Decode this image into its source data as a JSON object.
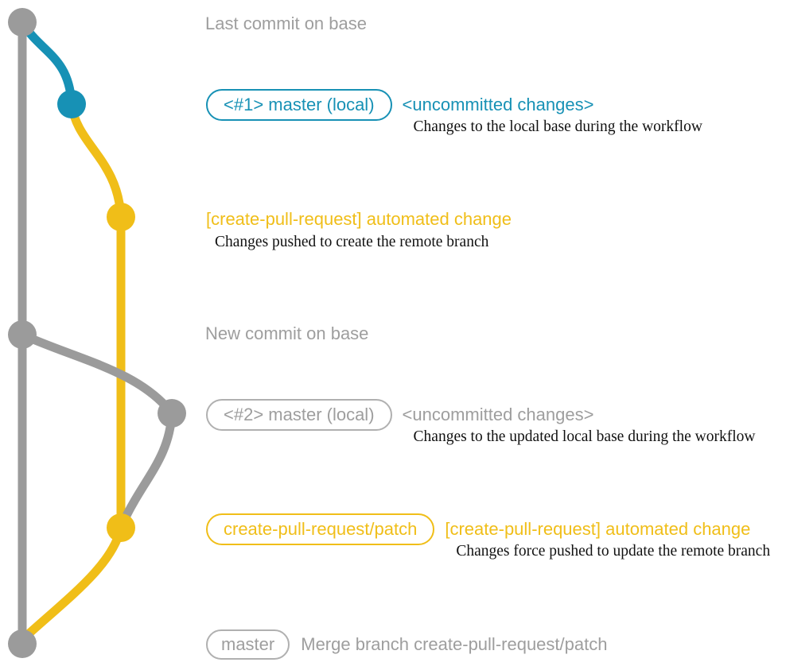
{
  "colors": {
    "teal": "#1791B5",
    "yellow": "#F0BE18",
    "gray_line": "#9B9B9B",
    "gray_text": "#9E9E9E",
    "gray_border": "#B0B0B0",
    "desc_text": "#111111",
    "background": "#FFFFFF"
  },
  "captions": {
    "last_commit": "Last commit on base",
    "new_commit": "New commit on base"
  },
  "rows": {
    "local1": {
      "badge": "<#1> master (local)",
      "label": "<uncommitted changes>",
      "desc": "Changes to the local base during the workflow"
    },
    "push1": {
      "label": "[create-pull-request] automated change",
      "desc": "Changes pushed to create the remote branch"
    },
    "local2": {
      "badge": "<#2> master (local)",
      "label": "<uncommitted changes>",
      "desc": "Changes to the updated local base during the workflow"
    },
    "push2": {
      "badge": "create-pull-request/patch",
      "label": "[create-pull-request] automated change",
      "desc": "Changes force pushed to update the remote branch"
    },
    "merge": {
      "badge": "master",
      "label": "Merge branch create-pull-request/patch"
    }
  },
  "graph": {
    "branches": [
      "base",
      "master (local)",
      "create-pull-request/patch"
    ],
    "nodes": [
      {
        "name": "last-commit-on-base",
        "color": "gray"
      },
      {
        "name": "local-commit-1",
        "color": "teal"
      },
      {
        "name": "patch-branch-commit-1",
        "color": "yellow"
      },
      {
        "name": "new-commit-on-base",
        "color": "gray"
      },
      {
        "name": "local-commit-2",
        "color": "gray"
      },
      {
        "name": "patch-branch-commit-2",
        "color": "yellow"
      },
      {
        "name": "merge-commit",
        "color": "gray"
      }
    ]
  }
}
